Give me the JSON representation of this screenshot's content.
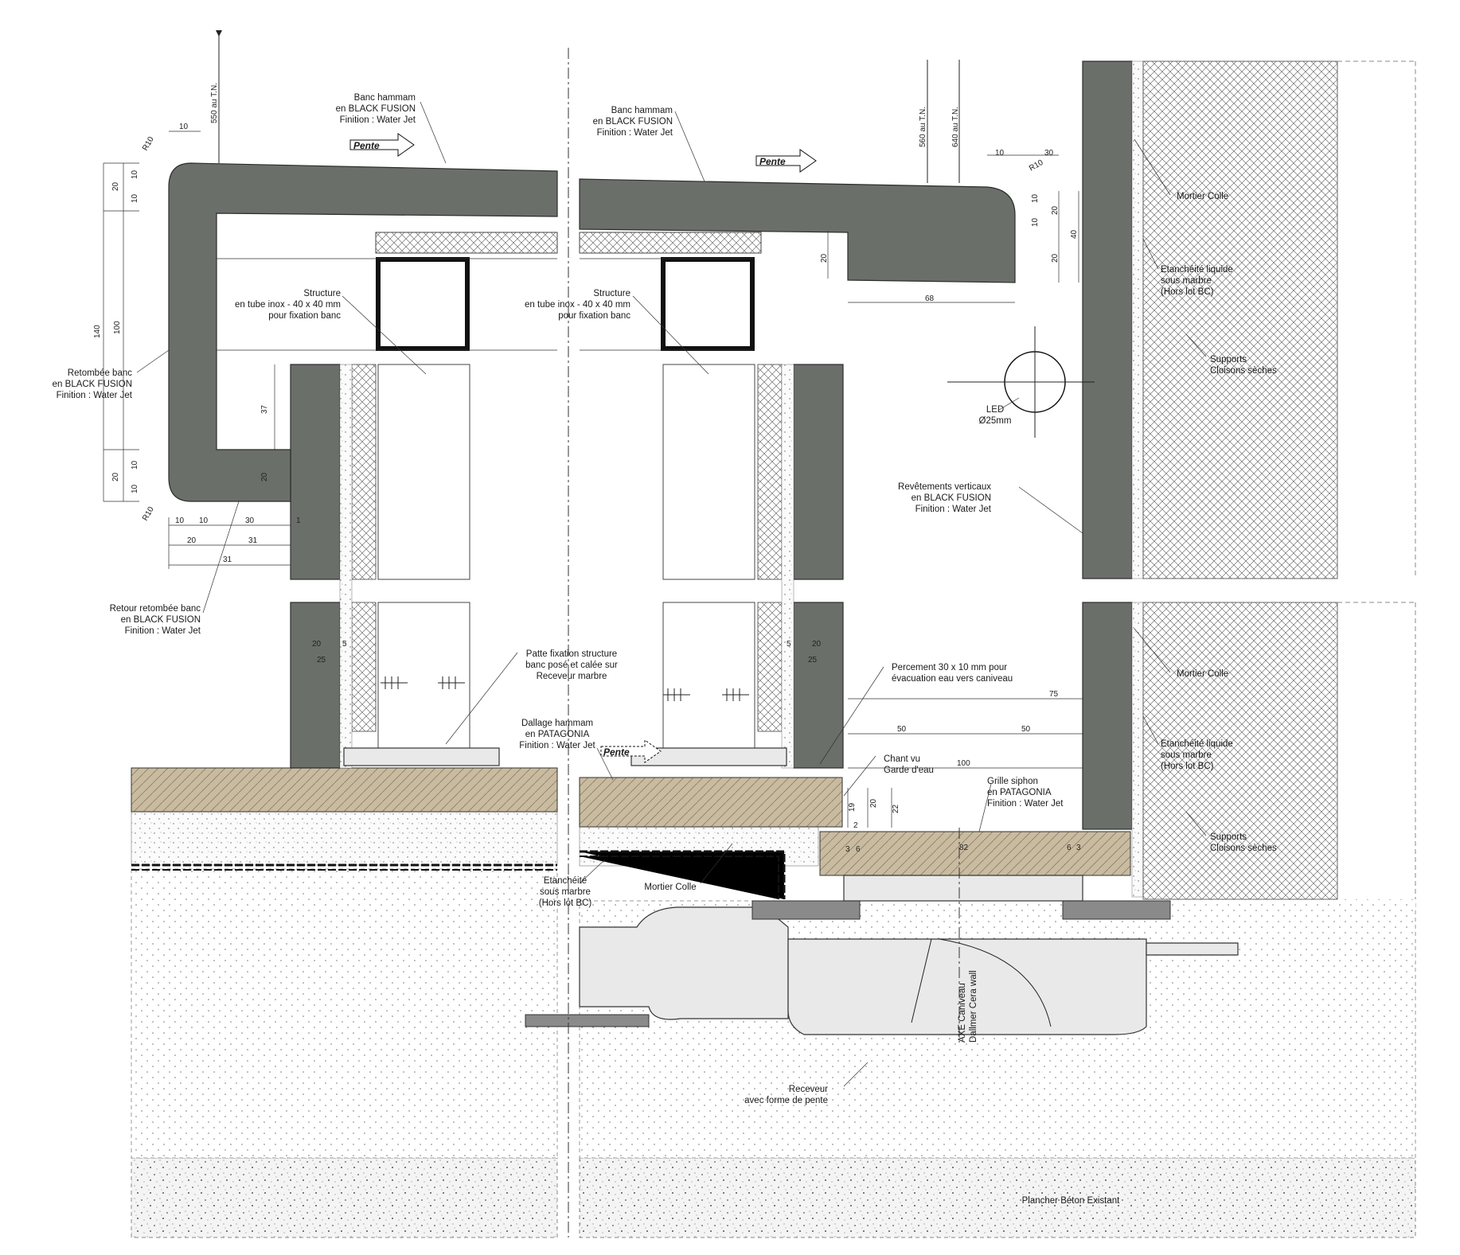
{
  "drawing": {
    "bench_left": "Banc hammam\nen BLACK FUSION\nFinition : Water Jet",
    "bench_right": "Banc hammam\nen BLACK FUSION\nFinition : Water Jet",
    "structure_left": "Structure\nen tube inox - 40 x 40 mm\npour fixation banc",
    "structure_right": "Structure\nen tube inox - 40 x 40 mm\npour fixation banc",
    "apron": "Retombée banc\nen BLACK FUSION\nFinition : Water Jet",
    "apron_return": "Retour retombée banc\nen BLACK FUSION\nFinition : Water Jet",
    "vertical_cladding": "Revêtements verticaux\nen BLACK FUSION\nFinition : Water Jet",
    "mortar_top": "Mortier Colle",
    "mortar_bottom": "Mortier Colle",
    "mortar_floor": "Mortier Colle",
    "waterproof_top": "Etanchéité liquide\nsous marbre\n(Hors lot BC)",
    "waterproof_bottom": "Etanchéité liquide\nsous marbre\n(Hors lot BC)",
    "waterproof_floor": "Etanchéité\nsous marbre\n(Hors lot BC)",
    "supports_top": "Supports\nCloisons sèches",
    "supports_bottom": "Supports\nCloisons sèches",
    "led": "LED\nØ25mm",
    "bracket": "Patte fixation structure\nbanc posé et calée sur\nReceveur marbre",
    "paving": "Dallage hammam\nen PATAGONIA\nFinition : Water Jet",
    "drilling": "Percement 30 x 10 mm pour\névacuation eau vers caniveau",
    "chant": "Chant vu\nGarde d'eau",
    "grille": "Grille siphon\nen PATAGONIA\nFinition : Water Jet",
    "axis": "AXE Caniveau\nDallmer Cera wall",
    "receiver": "Receveur\navec forme de pente",
    "slab": "Plancher Béton Existant",
    "pente": "Pente",
    "level_left": "550 au T.N.",
    "level_mid": "560 au T.N.",
    "level_right": "640 au T.N."
  },
  "dimensions": {
    "r10": "R10",
    "d10": "10",
    "d20": "20",
    "d30": "30",
    "d31": "31",
    "d37": "37",
    "d40": "40",
    "d68": "68",
    "d75": "75",
    "d50": "50",
    "d100": "100",
    "d140": "140",
    "d5": "5",
    "d25": "25",
    "d1": "1",
    "d19": "19",
    "d22": "22",
    "d2": "2",
    "d3": "3",
    "d6": "6",
    "d82": "82"
  }
}
